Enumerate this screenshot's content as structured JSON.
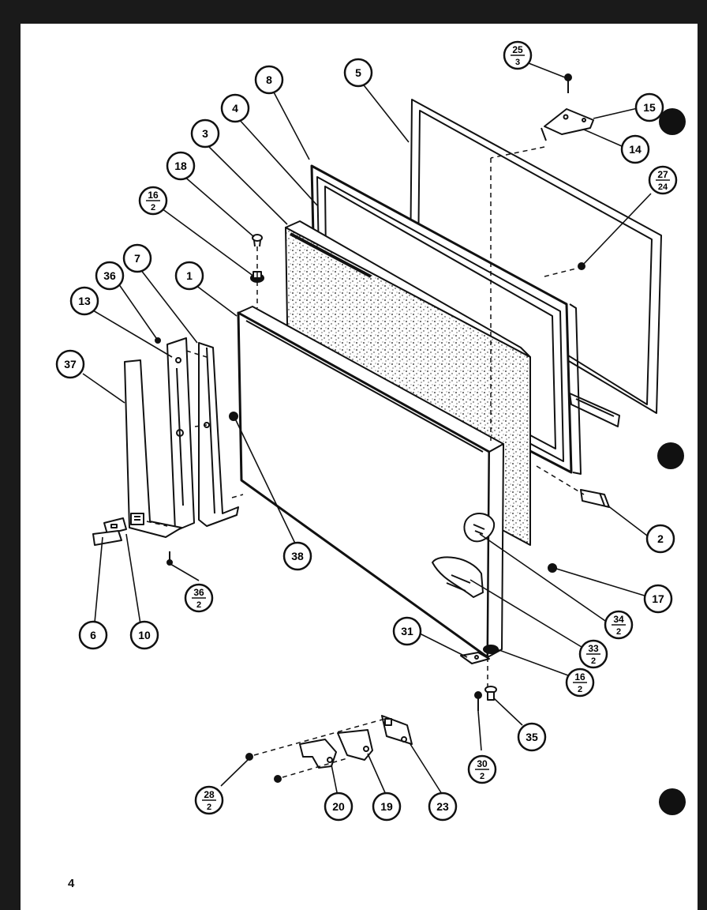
{
  "diagram": {
    "page_number": "4",
    "colors": {
      "ink": "#111111",
      "paper": "#ffffff",
      "margin": "#1a1a1a"
    },
    "callouts": [
      {
        "id": "c8",
        "label": "8"
      },
      {
        "id": "c5",
        "label": "5"
      },
      {
        "id": "c4",
        "label": "4"
      },
      {
        "id": "c3",
        "label": "3"
      },
      {
        "id": "c18",
        "label": "18"
      },
      {
        "id": "c16a",
        "label": "16",
        "sub": "2"
      },
      {
        "id": "c7",
        "label": "7"
      },
      {
        "id": "c1",
        "label": "1"
      },
      {
        "id": "c36",
        "label": "36"
      },
      {
        "id": "c13",
        "label": "13"
      },
      {
        "id": "c37",
        "label": "37"
      },
      {
        "id": "c25",
        "label": "25",
        "sub": "3"
      },
      {
        "id": "c15",
        "label": "15"
      },
      {
        "id": "c14",
        "label": "14"
      },
      {
        "id": "c27",
        "label": "27",
        "sub": "24"
      },
      {
        "id": "c38",
        "label": "38"
      },
      {
        "id": "c2",
        "label": "2"
      },
      {
        "id": "c17",
        "label": "17"
      },
      {
        "id": "c34",
        "label": "34",
        "sub": "2"
      },
      {
        "id": "c33",
        "label": "33",
        "sub": "2"
      },
      {
        "id": "c31",
        "label": "31"
      },
      {
        "id": "c16b",
        "label": "16",
        "sub": "2"
      },
      {
        "id": "c35",
        "label": "35"
      },
      {
        "id": "c30",
        "label": "30",
        "sub": "2"
      },
      {
        "id": "c36b",
        "label": "36",
        "sub": "2"
      },
      {
        "id": "c6",
        "label": "6"
      },
      {
        "id": "c10",
        "label": "10"
      },
      {
        "id": "c28",
        "label": "28",
        "sub": "2"
      },
      {
        "id": "c20",
        "label": "20"
      },
      {
        "id": "c19",
        "label": "19"
      },
      {
        "id": "c23",
        "label": "23"
      }
    ]
  }
}
